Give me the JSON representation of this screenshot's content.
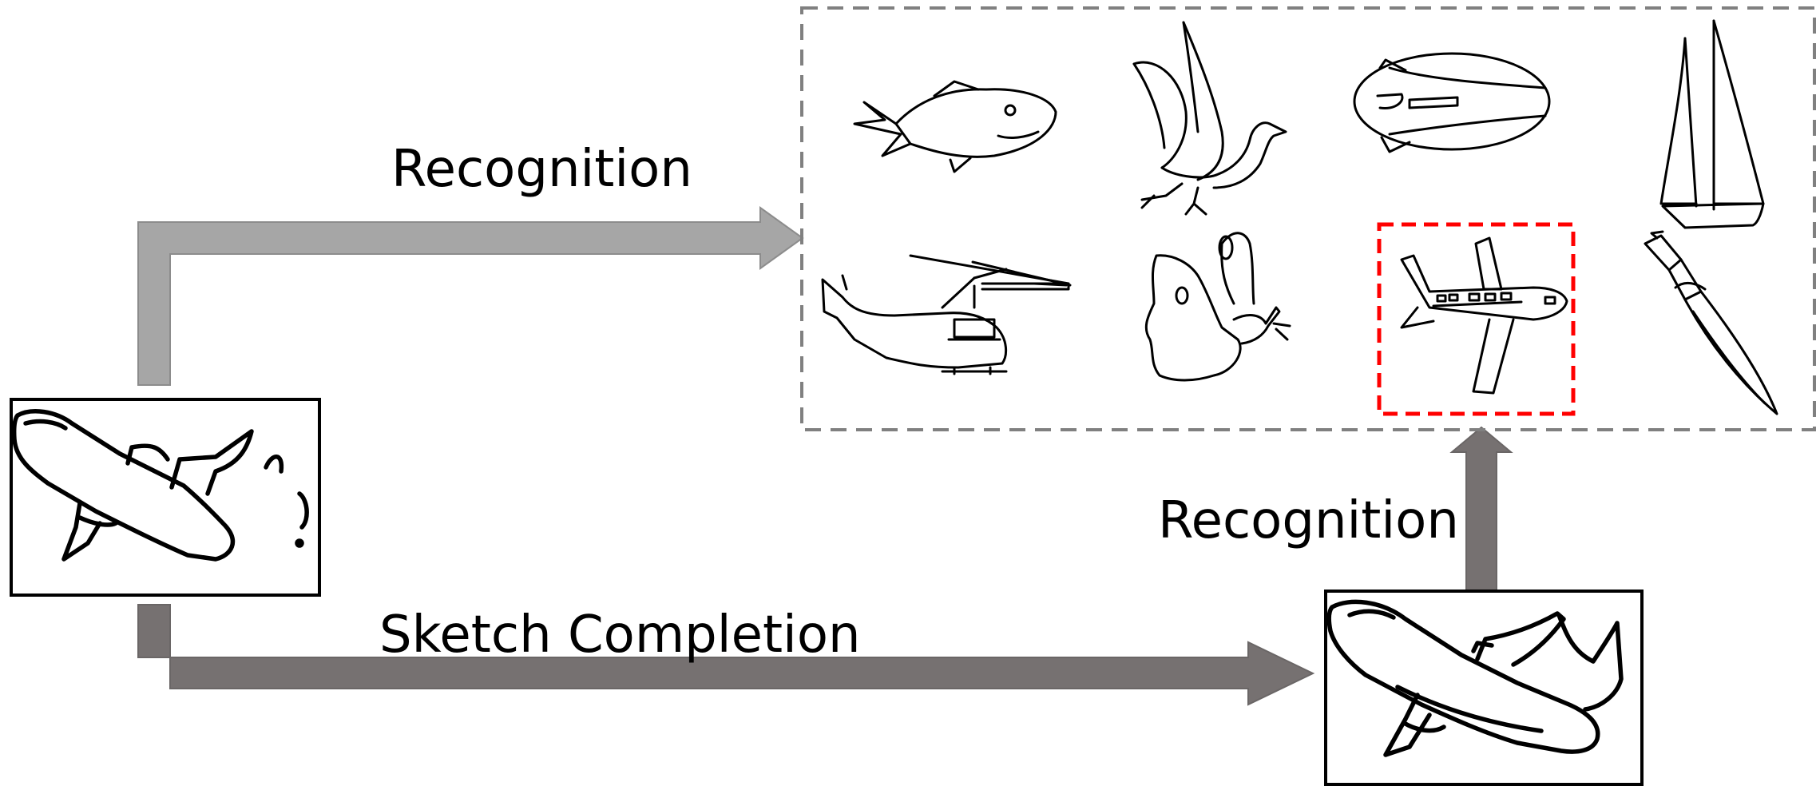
{
  "labels": {
    "recognition_top": "Recognition",
    "recognition_right": "Recognition",
    "sketch_completion": "Sketch Completion"
  },
  "colors": {
    "arrow_light": "#a6a6a6",
    "arrow_dark": "#767171",
    "gallery_border": "#808080",
    "highlight": "#ff0000"
  },
  "gallery": {
    "items": [
      {
        "icon": "fish-sketch-icon"
      },
      {
        "icon": "bird-sketch-icon"
      },
      {
        "icon": "blimp-sketch-icon"
      },
      {
        "icon": "sailboat-sketch-icon"
      },
      {
        "icon": "helicopter-sketch-icon"
      },
      {
        "icon": "butterfly-sketch-icon"
      },
      {
        "icon": "airplane-sketch-icon",
        "highlighted": true
      },
      {
        "icon": "knife-sketch-icon"
      }
    ]
  },
  "input_sketch": {
    "icon": "partial-airplane-sketch-icon"
  },
  "completed_sketch": {
    "icon": "completed-airplane-sketch-icon"
  }
}
